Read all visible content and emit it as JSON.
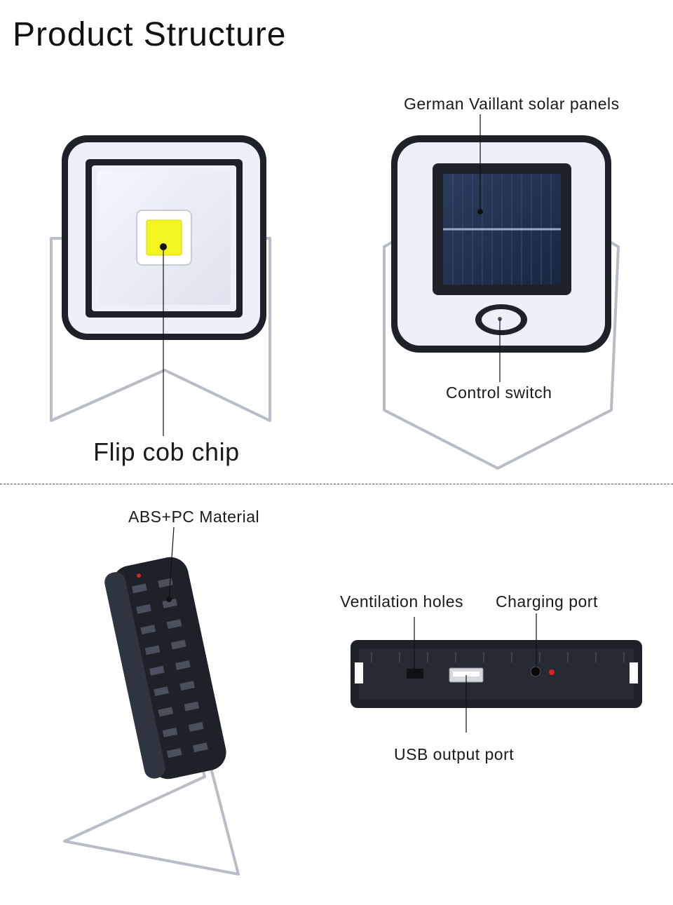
{
  "title": "Product Structure",
  "labels": {
    "flip_cob_chip": "Flip cob chip",
    "solar_panels": "German Vaillant solar panels",
    "control_switch": "Control switch",
    "abs_pc": "ABS+PC Material",
    "ventilation_holes": "Ventilation holes",
    "charging_port": "Charging port",
    "usb_output_port": "USB output port"
  },
  "colors": {
    "housing": "#1e2228",
    "panel_white": "#eef0f8",
    "cob_yellow": "#f2f520",
    "solar_blue": "#1f2e4a",
    "wire": "#b8bcc4",
    "indicator_red": "#e02020"
  }
}
